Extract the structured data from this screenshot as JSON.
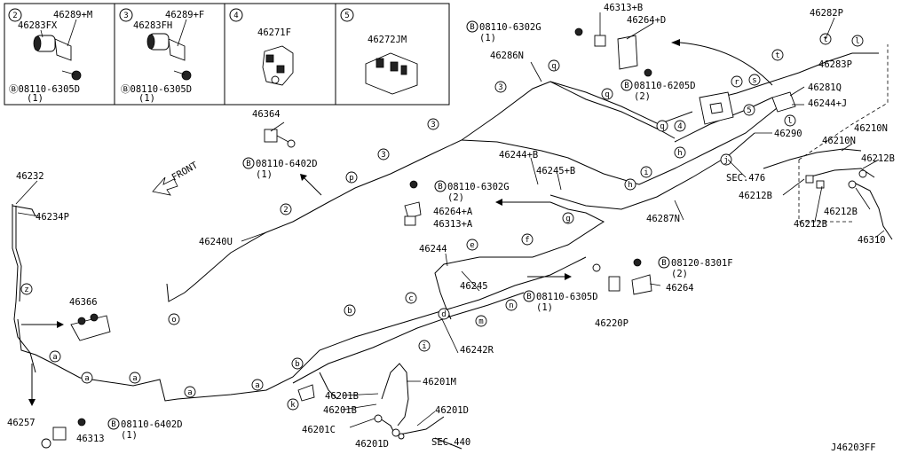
{
  "diagram_code": "J46203FF",
  "callouts": {
    "c_46232": "46232",
    "c_46234P": "46234P",
    "c_46240U": "46240U",
    "c_46364": "46364",
    "c_46366": "46366",
    "c_46257": "46257",
    "c_46313": "46313",
    "c_46286N": "46286N",
    "c_46313B": "46313+B",
    "c_46264D": "46264+D",
    "c_46282P": "46282P",
    "c_46283P": "46283P",
    "c_46281Q": "46281Q",
    "c_46244J": "46244+J",
    "c_46290": "46290",
    "c_46210N_a": "46210N",
    "c_46210N_b": "46210N",
    "c_46212B_a": "46212B",
    "c_46212B_b": "46212B",
    "c_46212B_c": "46212B",
    "c_46212B_d": "46212B",
    "c_46310": "46310",
    "c_sec476": "SEC.476",
    "c_46244B": "46244+B",
    "c_46245B": "46245+B",
    "c_46264A": "46264+A",
    "c_46313A": "46313+A",
    "c_46287N": "46287N",
    "c_46244": "46244",
    "c_46245": "46245",
    "c_46242R": "46242R",
    "c_46264": "46264",
    "c_46220P": "46220P",
    "c_46201M": "46201M",
    "c_46201B_a": "46201B",
    "c_46201B_b": "46201B",
    "c_46201C": "46201C",
    "c_46201D_a": "46201D",
    "c_46201D_b": "46201D",
    "c_sec440": "SEC.440",
    "front": "FRONT"
  },
  "bolts": {
    "b1": {
      "code": "08110-6302G",
      "qty": "(1)"
    },
    "b2": {
      "code": "08110-6205D",
      "qty": "(2)"
    },
    "b3": {
      "code": "08110-6402D",
      "qty": "(1)"
    },
    "b4": {
      "code": "08110-6302G",
      "qty": "(2)"
    },
    "b5": {
      "code": "08120-8301F",
      "qty": "(2)"
    },
    "b6": {
      "code": "08110-6305D",
      "qty": "(1)"
    },
    "b7": {
      "code": "08110-6402D",
      "qty": "(1)"
    },
    "b8": {
      "code": "08110-6305D",
      "qty": "(1)"
    },
    "b9": {
      "code": "08110-6305D",
      "qty": "(1)"
    },
    "bolt_symbol": "B"
  },
  "insets": [
    {
      "num": "2",
      "parts": [
        "46289+M",
        "46283FX"
      ]
    },
    {
      "num": "3",
      "parts": [
        "46289+F",
        "46283FH"
      ]
    },
    {
      "num": "4",
      "parts": [
        "46271F"
      ]
    },
    {
      "num": "5",
      "parts": [
        "46272JM"
      ]
    }
  ],
  "clip_markers": [
    "a",
    "b",
    "c",
    "d",
    "e",
    "f",
    "g",
    "h",
    "i",
    "j",
    "k",
    "l",
    "m",
    "n",
    "o",
    "p",
    "q",
    "r",
    "s",
    "t",
    "z",
    "2",
    "3",
    "4",
    "5"
  ]
}
